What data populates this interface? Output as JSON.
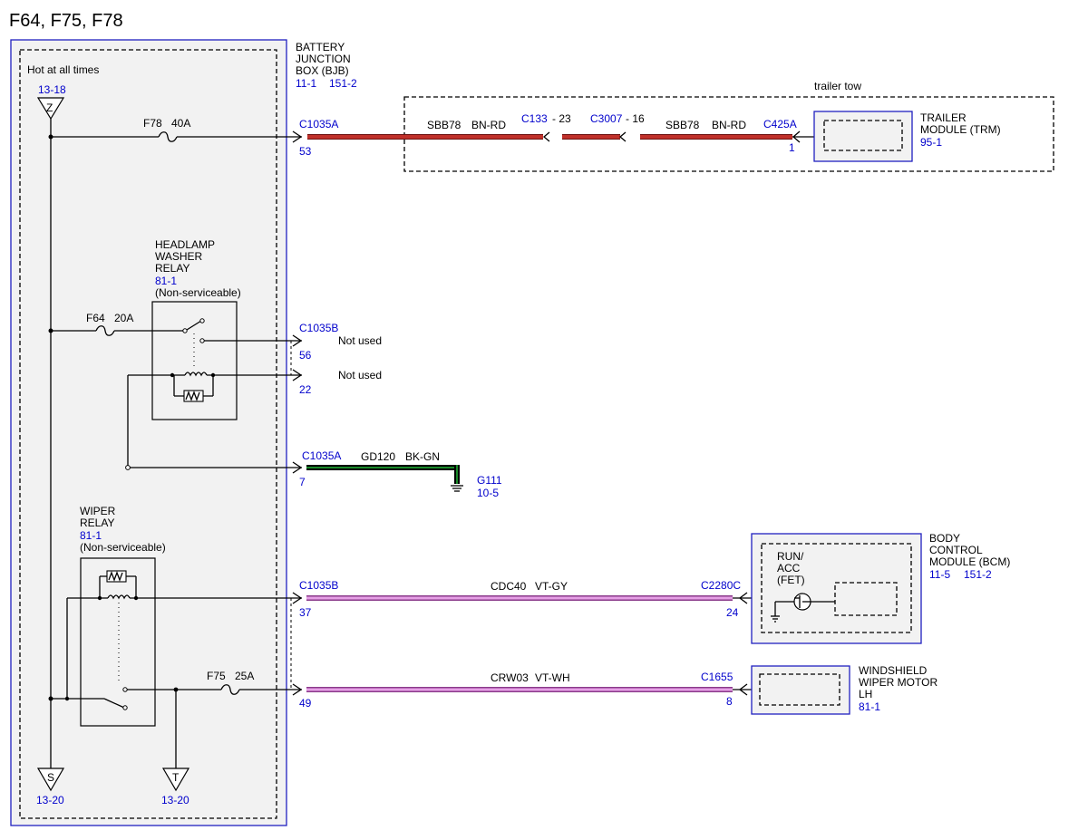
{
  "title": "F64, F75, F78",
  "bjb": {
    "name_lines": [
      "BATTERY",
      "JUNCTION",
      "BOX (BJB)"
    ],
    "ref1": "11-1",
    "ref2": "151-2",
    "hot_label": "Hot at all times",
    "z_ref": "13-18",
    "z_label": "Z",
    "s_label": "S",
    "s_ref": "13-20",
    "t_label": "T",
    "t_ref": "13-20"
  },
  "fuses": {
    "f78": {
      "name": "F78",
      "rating": "40A"
    },
    "f64": {
      "name": "F64",
      "rating": "20A"
    },
    "f75": {
      "name": "F75",
      "rating": "25A"
    }
  },
  "headlamp_relay": {
    "lines": [
      "HEADLAMP",
      "WASHER",
      "RELAY"
    ],
    "ref": "81-1",
    "note": "(Non-serviceable)"
  },
  "wiper_relay": {
    "lines": [
      "WIPER",
      "RELAY"
    ],
    "ref": "81-1",
    "note": "(Non-serviceable)"
  },
  "circuits": {
    "trailer": {
      "connector": "C1035A",
      "pin": "53",
      "circuit": "SBB78",
      "color": "BN-RD",
      "inline1": "C133",
      "inline1_pin": "- 23",
      "inline2": "C3007",
      "inline2_pin": "- 16",
      "circuit2": "SBB78",
      "color2": "BN-RD",
      "end_connector": "C425A",
      "end_pin": "1",
      "group_label": "trailer tow"
    },
    "not_used_1": {
      "connector": "C1035B",
      "pin": "56",
      "label": "Not used"
    },
    "not_used_2": {
      "pin": "22",
      "label": "Not used"
    },
    "ground": {
      "connector": "C1035A",
      "pin": "7",
      "circuit": "GD120",
      "color": "BK-GN",
      "ground_id": "G111",
      "ground_ref": "10-5"
    },
    "bcm": {
      "connector": "C1035B",
      "pin": "37",
      "circuit": "CDC40",
      "color": "VT-GY",
      "end_connector": "C2280C",
      "end_pin": "24"
    },
    "wiper": {
      "pin": "49",
      "circuit": "CRW03",
      "color": "VT-WH",
      "end_connector": "C1655",
      "end_pin": "8"
    }
  },
  "trailer_module": {
    "lines": [
      "TRAILER",
      "MODULE (TRM)"
    ],
    "ref": "95-1"
  },
  "bcm_module": {
    "lines": [
      "BODY",
      "CONTROL",
      "MODULE (BCM)"
    ],
    "ref1": "11-5",
    "ref2": "151-2",
    "fet_lines": [
      "RUN/",
      "ACC",
      "(FET)"
    ]
  },
  "wiper_motor": {
    "lines": [
      "WINDSHIELD",
      "WIPER MOTOR",
      "LH"
    ],
    "ref": "81-1"
  }
}
